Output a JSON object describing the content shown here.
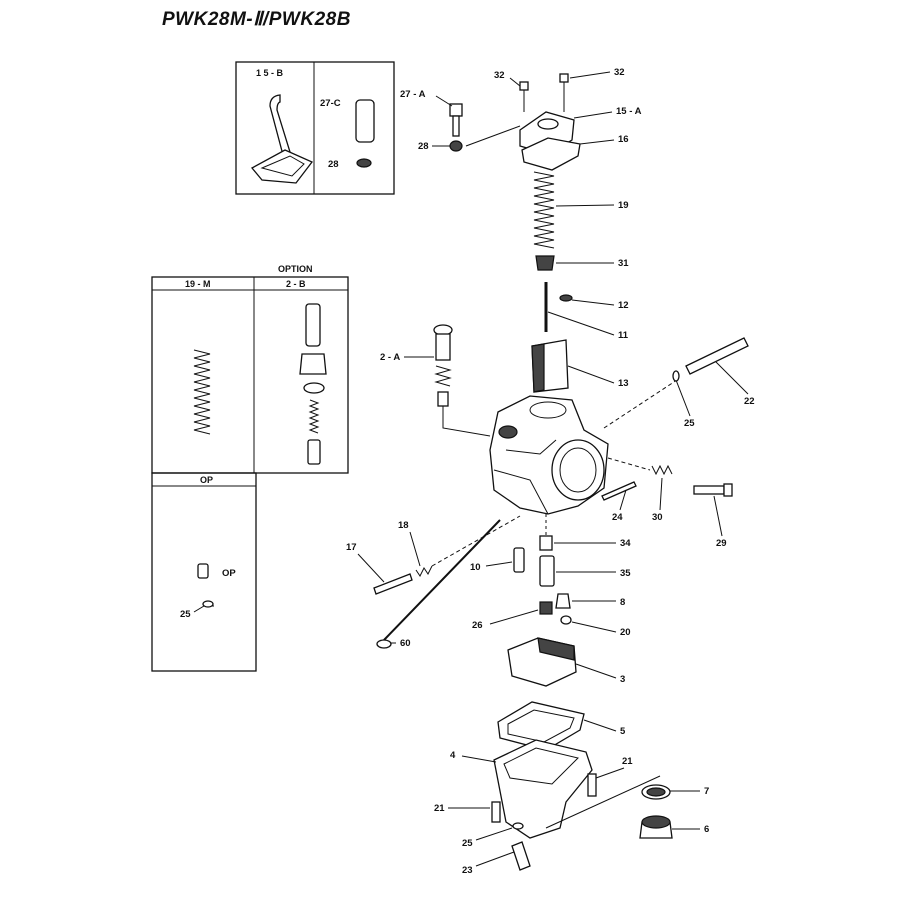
{
  "title": "PWK28M-Ⅱ/PWK28B",
  "inset_top": {
    "left_header": "1 5 - B",
    "right_labels": [
      "27-C",
      "28"
    ]
  },
  "option_box": {
    "header": "OPTION",
    "col1_header": "19 - M",
    "col2_header": "2 - B",
    "op_header": "OP",
    "op_labels": [
      "OP",
      "25"
    ]
  },
  "part_labels": {
    "p32a": "32",
    "p32b": "32",
    "p27a": "27 - A",
    "p15a": "15 - A",
    "p28": "28",
    "p16": "16",
    "p19": "19",
    "p31": "31",
    "p12": "12",
    "p11": "11",
    "p2a": "2 - A",
    "p13": "13",
    "p22": "22",
    "p25a": "25",
    "p18": "18",
    "p17": "17",
    "p24": "24",
    "p30": "30",
    "p29": "29",
    "p34": "34",
    "p10": "10",
    "p35": "35",
    "p8": "8",
    "p26": "26",
    "p20": "20",
    "p60": "60",
    "p3": "3",
    "p5": "5",
    "p4": "4",
    "p21a": "21",
    "p21b": "21",
    "p7": "7",
    "p6": "6",
    "p25b": "25",
    "p23": "23"
  }
}
